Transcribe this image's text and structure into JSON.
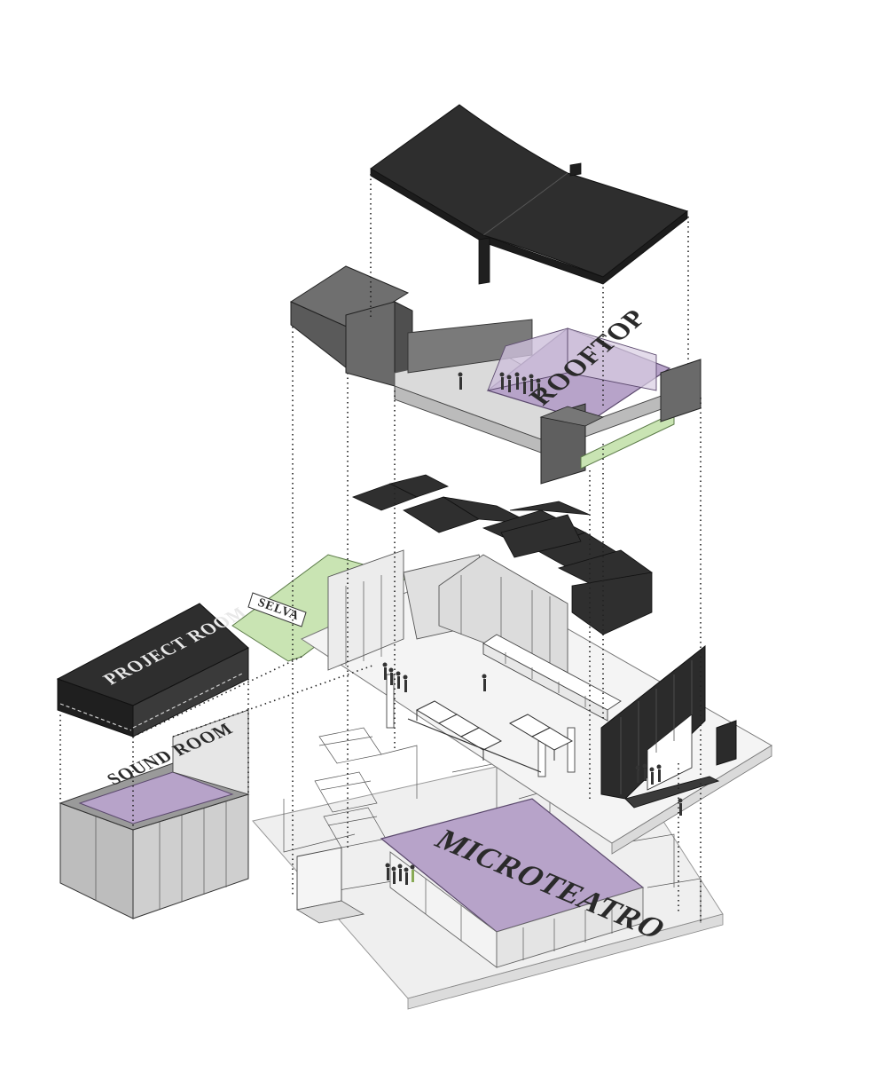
{
  "labels": {
    "rooftop": "ROOFTOP",
    "selva": "SELVA",
    "project_room": "PROJECT ROOM",
    "sound_room": "SOUND ROOM",
    "microteatro": "MICROTEATRO"
  },
  "colors": {
    "roof_dark": "#2e2e2e",
    "wall_gray": "#6f6f6f",
    "purple": "#b7a3c9",
    "green": "#c9e4b3",
    "light_gray": "#e9e9e9",
    "line": "#333333"
  }
}
